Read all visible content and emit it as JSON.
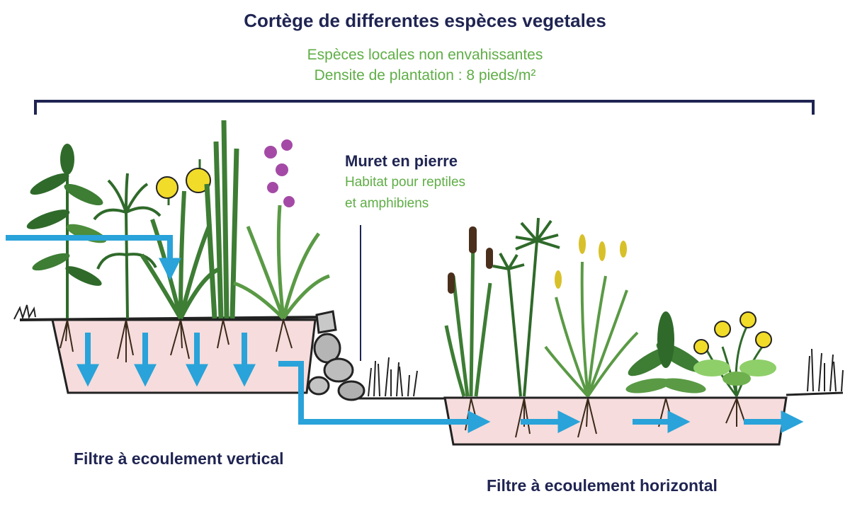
{
  "diagram": {
    "title": "Cortège de differentes espèces vegetales",
    "subtitle_line1": "Espèces locales non envahissantes",
    "subtitle_line2": "Densite de plantation : 8 pieds/m²",
    "wall_title": "Muret en pierre",
    "wall_subtitle_line1": "Habitat pour reptiles",
    "wall_subtitle_line2": "et amphibiens",
    "vertical_filter_label": "Filtre à ecoulement vertical",
    "horizontal_filter_label": "Filtre à ecoulement horizontal"
  },
  "colors": {
    "title_text": "#1f2452",
    "subtitle_text": "#5fae46",
    "water_arrow": "#29a3d9",
    "substrate": "#f6dcdc",
    "foliage_dark": "#2f6a2a",
    "foliage_light": "#8fcf6a",
    "flower_yellow": "#f2dc2a",
    "flower_purple": "#a44aa6",
    "stone": "#b5b5b5"
  },
  "icons": [
    "plant-group-icon",
    "stone-wall-icon",
    "flow-arrow-icon",
    "grass-tuft-icon"
  ]
}
